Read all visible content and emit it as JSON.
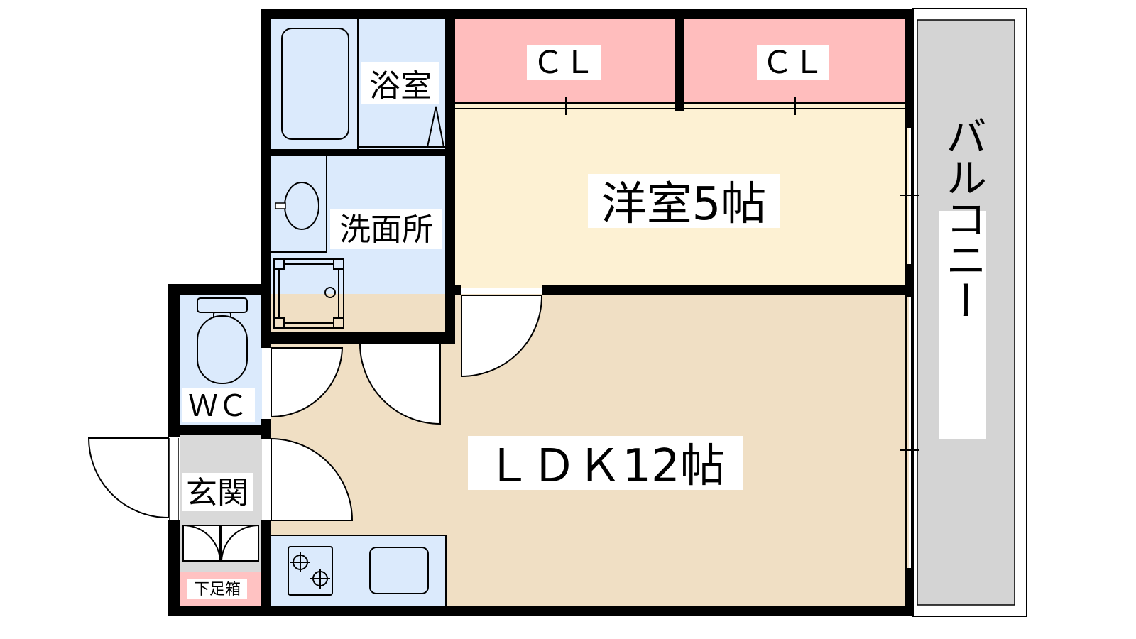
{
  "rooms": {
    "bath": "浴室",
    "washroom": "洗面所",
    "closet_left": "ＣＬ",
    "closet_right": "ＣＬ",
    "western_room": "洋室5帖",
    "ldk": "ＬＤＫ12帖",
    "balcony": "バルコニー",
    "toilet": "ＷＣ",
    "entrance": "玄関",
    "shoe_box": "下足箱"
  },
  "colors": {
    "wet_area": "#dbeafc",
    "closet": "#ffbdbd",
    "western_room": "#fdf1d3",
    "ldk": "#f0dfc4",
    "balcony": "#d4d4d4",
    "entrance": "#d9d9d9",
    "shoe_box": "#ffc2c2",
    "wall": "#000000"
  }
}
